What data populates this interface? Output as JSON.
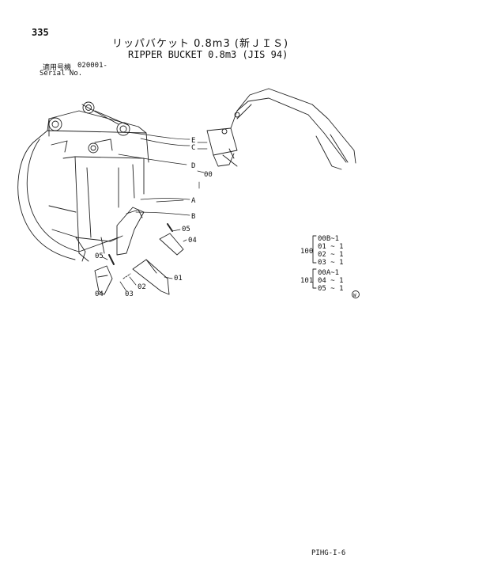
{
  "page_number": "335",
  "title_jp": "リッパバケット 0.8m3 (新ＪＩＳ)",
  "title_en": "RIPPER BUCKET 0.8m3 (JIS 94)",
  "serial_label_jp": "適用号機",
  "serial_value": "020001-",
  "serial_label_en": "Serial No.",
  "callouts": {
    "E": "E",
    "C": "C",
    "D": "D",
    "A": "A",
    "B": "B",
    "p00": "00",
    "p01": "01",
    "p02": "02",
    "p03": "03",
    "p04a": "04",
    "p04b": "04",
    "p05a": "05",
    "p05b": "05"
  },
  "group_100": {
    "number": "100",
    "items": [
      "00B~1",
      "01 ~ 1",
      "02 ~ 1",
      "03 ~ 1"
    ]
  },
  "group_101": {
    "number": "101",
    "items": [
      "00A~1",
      "04 ~ 1",
      "05 ~ 1"
    ]
  },
  "mark_symbol": "W",
  "footer_code": "PIHG-I-6"
}
